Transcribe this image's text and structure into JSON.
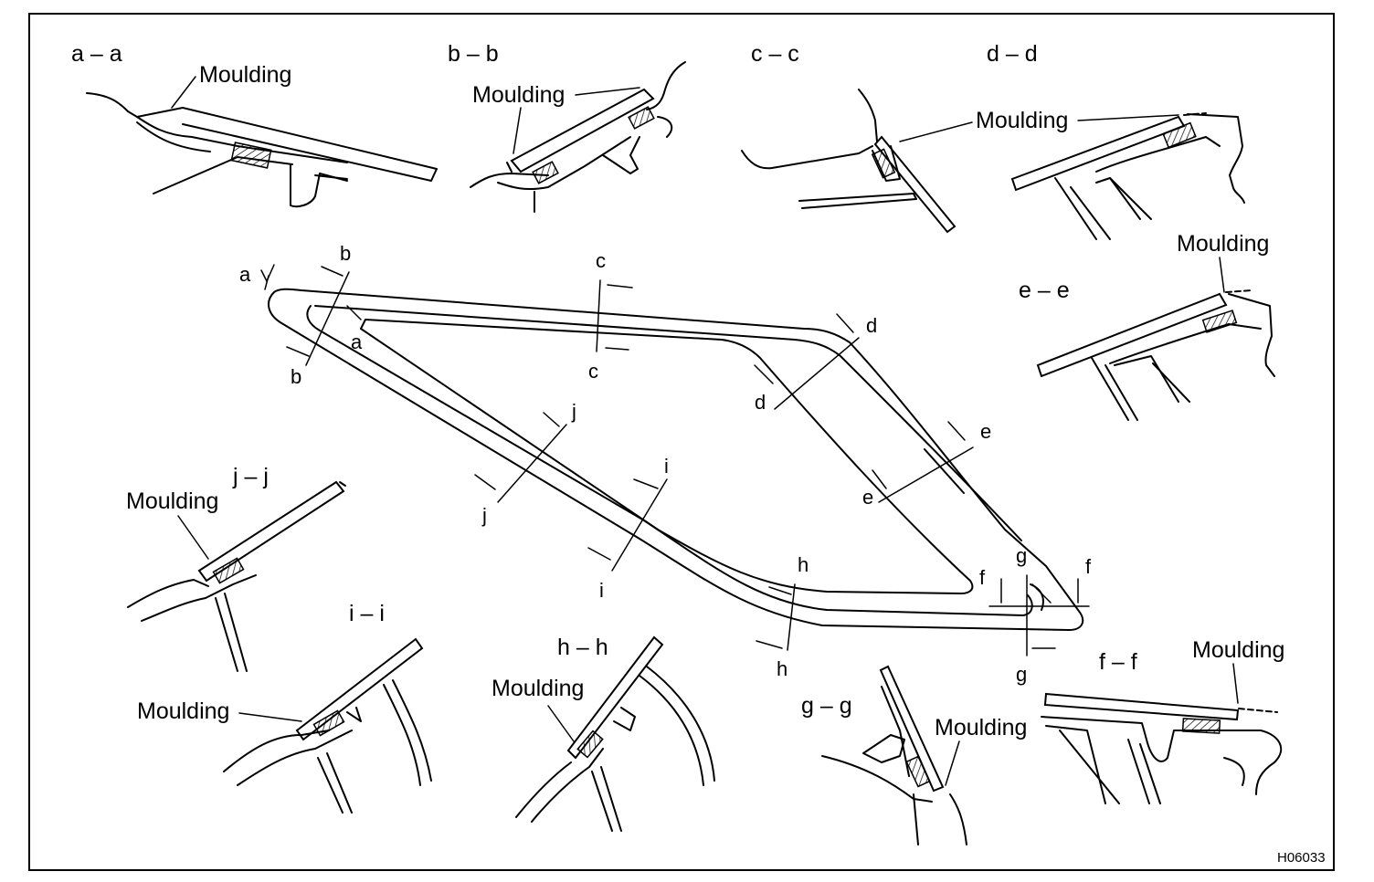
{
  "part_label": "Moulding",
  "figure_id": "H06033",
  "section_titles": {
    "a": "a – a",
    "b": "b – b",
    "c": "c – c",
    "d": "d – d",
    "e": "e – e",
    "f": "f – f",
    "g": "g – g",
    "h": "h – h",
    "i": "i – i",
    "j": "j – j"
  },
  "cut_letters": [
    "a",
    "b",
    "c",
    "d",
    "e",
    "f",
    "g",
    "h",
    "i",
    "j"
  ]
}
